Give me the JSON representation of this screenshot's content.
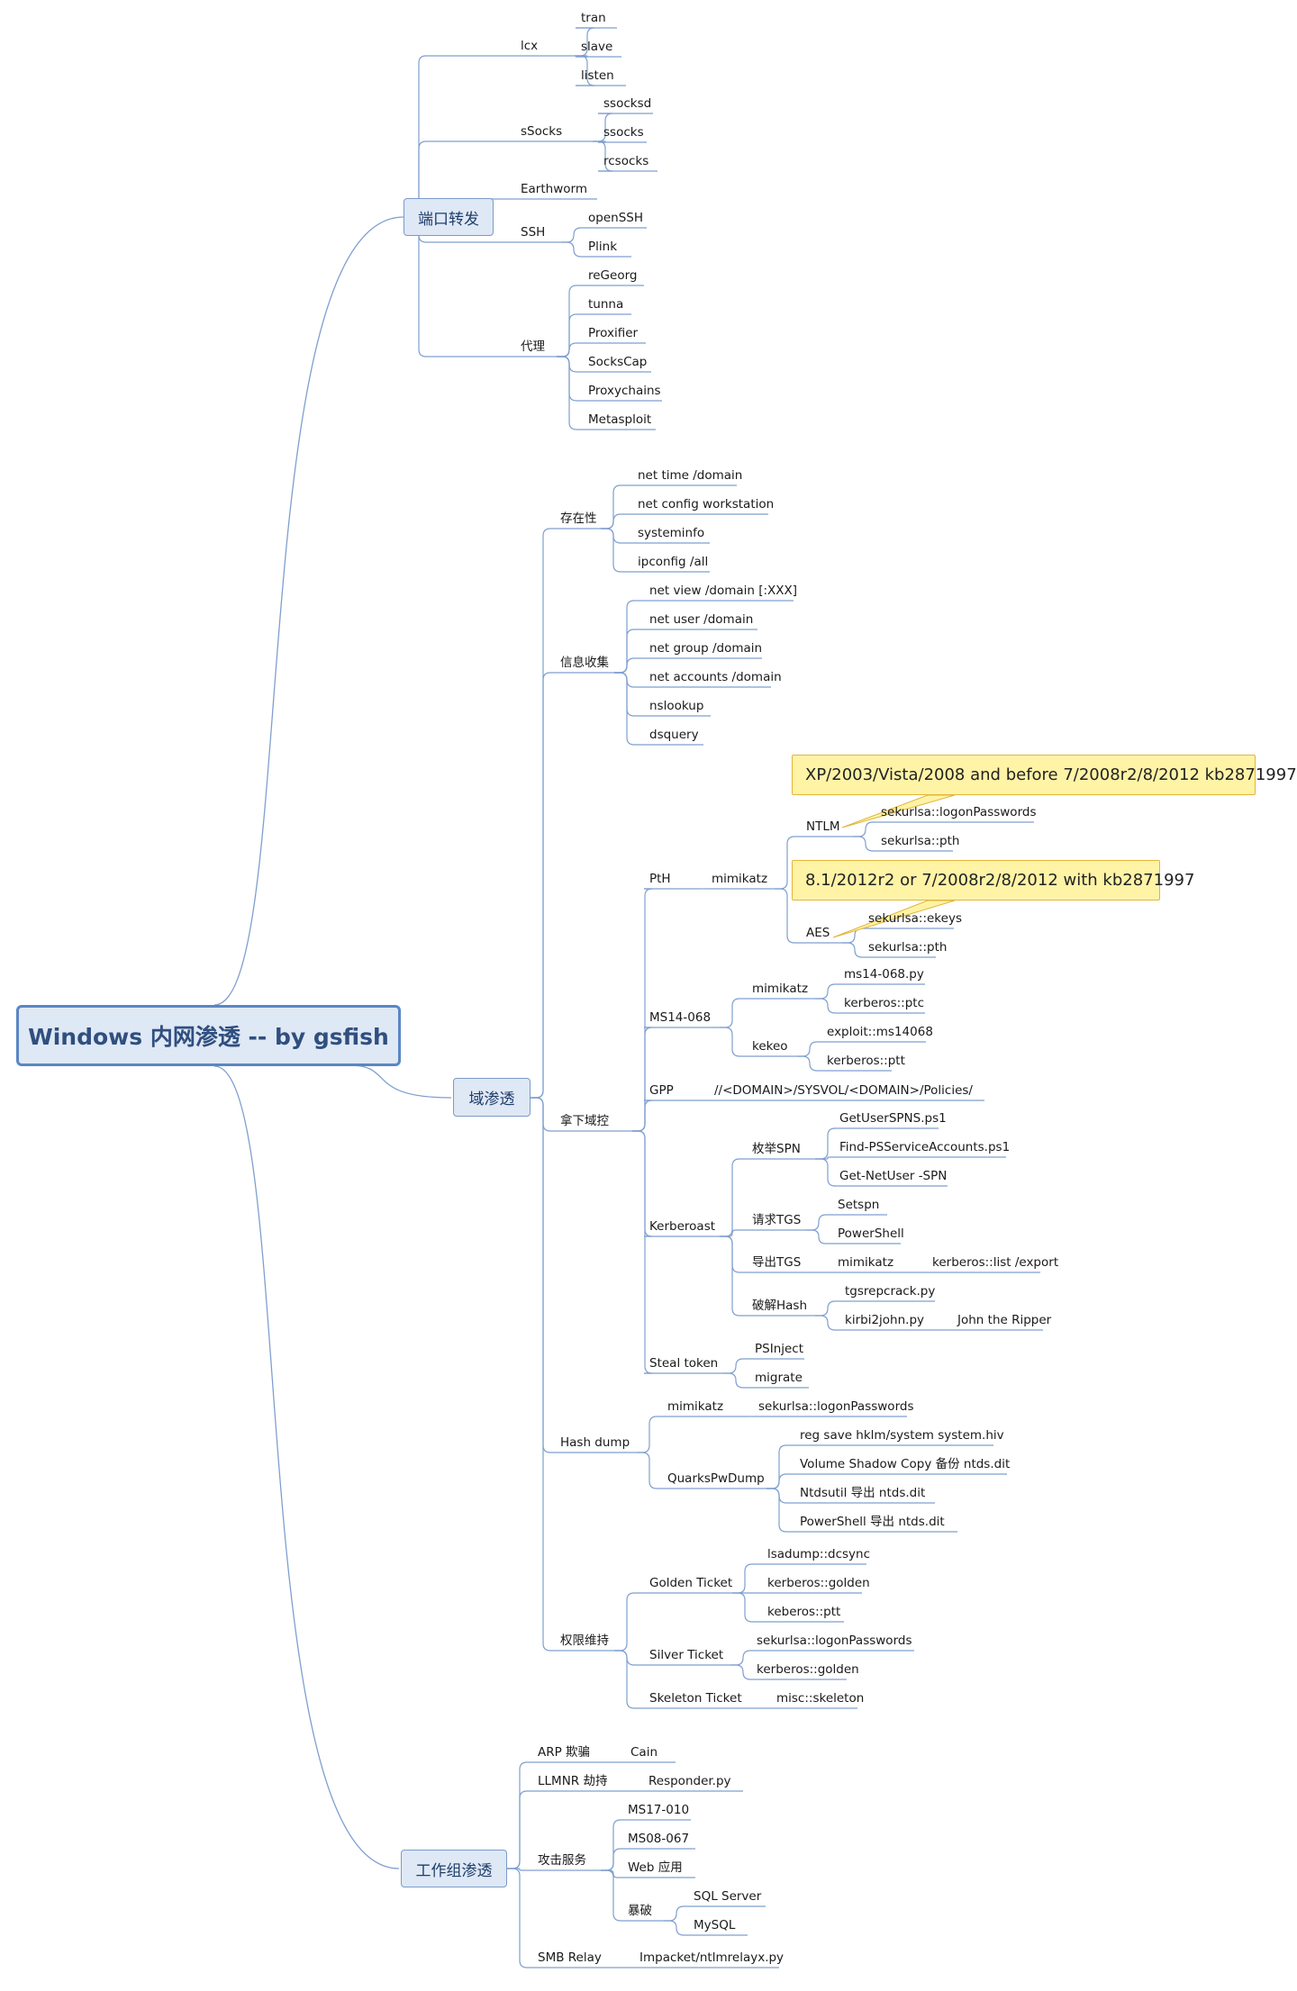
{
  "colors": {
    "line": "#7f9fcf",
    "box_fill": "#dfe8f5",
    "box_border": "#7b9bc8",
    "root_border": "#5b86c4",
    "note_fill": "#fff3a6",
    "note_border": "#e2b53a"
  },
  "root": "Windows 内网渗透 -- by gsfish",
  "branches": {
    "port_forward": "端口转发",
    "domain": "域渗透",
    "workgroup": "工作组渗透"
  },
  "notes": [
    "XP/2003/Vista/2008 and before 7/2008r2/8/2012 kb2871997",
    "8.1/2012r2 or 7/2008r2/8/2012 with kb2871997"
  ],
  "labels": [
    "lcx",
    "tran",
    "slave",
    "listen",
    "sSocks",
    "ssocksd",
    "ssocks",
    "rcsocks",
    "Earthworm",
    "SSH",
    "openSSH",
    "Plink",
    "代理",
    "reGeorg",
    "tunna",
    "Proxifier",
    "SocksCap",
    "Proxychains",
    "Metasploit",
    "存在性",
    "net time /domain",
    "net config workstation",
    "systeminfo",
    "ipconfig /all",
    "信息收集",
    "net view /domain [:XXX]",
    "net user /domain",
    "net group /domain",
    "net accounts /domain",
    "nslookup",
    "dsquery",
    "拿下域控",
    "PtH",
    "mimikatz",
    "NTLM",
    "sekurlsa::logonPasswords",
    "sekurlsa::pth",
    "AES",
    "sekurlsa::ekeys",
    "sekurlsa::pth",
    "MS14-068",
    "mimikatz",
    "ms14-068.py",
    "kerberos::ptc",
    "kekeo",
    "exploit::ms14068",
    "kerberos::ptt",
    "GPP",
    "//<DOMAIN>/SYSVOL/<DOMAIN>/Policies/",
    "Kerberoast",
    "枚举SPN",
    "GetUserSPNS.ps1",
    "Find-PSServiceAccounts.ps1",
    "Get-NetUser -SPN",
    "请求TGS",
    "Setspn",
    "PowerShell",
    "导出TGS",
    "mimikatz",
    "kerberos::list /export",
    "破解Hash",
    "tgsrepcrack.py",
    "kirbi2john.py",
    "John the Ripper",
    "Steal token",
    "PSInject",
    "migrate",
    "Hash dump",
    "mimikatz",
    "sekurlsa::logonPasswords",
    "QuarksPwDump",
    "reg save hklm/system system.hiv",
    "Volume Shadow Copy 备份 ntds.dit",
    "Ntdsutil 导出 ntds.dit",
    "PowerShell 导出 ntds.dit",
    "权限维持",
    "Golden Ticket",
    "lsadump::dcsync",
    "kerberos::golden",
    "keberos::ptt",
    "Silver Ticket",
    "sekurlsa::logonPasswords",
    "kerberos::golden",
    "Skeleton Ticket",
    "misc::skeleton",
    "ARP 欺骗",
    "Cain",
    "LLMNR 劫持",
    "Responder.py",
    "攻击服务",
    "MS17-010",
    "MS08-067",
    "Web 应用",
    "暴破",
    "SQL Server",
    "MySQL",
    "SMB Relay",
    "Impacket/ntlmrelayx.py"
  ]
}
